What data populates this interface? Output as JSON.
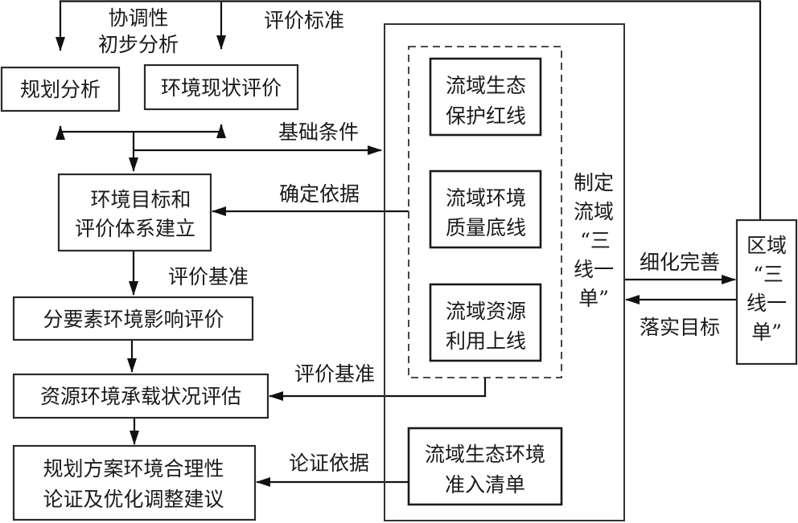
{
  "diagram": {
    "nodes": {
      "plan_analysis": {
        "lines": [
          "规划分析"
        ]
      },
      "env_status_eval": {
        "lines": [
          "环境现状评价"
        ]
      },
      "env_target_system": {
        "lines": [
          "环境目标和",
          "评价体系建立"
        ]
      },
      "factor_impact_eval": {
        "lines": [
          "分要素环境影响评价"
        ]
      },
      "carrying_capacity_eval": {
        "lines": [
          "资源环境承载状况评估"
        ]
      },
      "plan_rationality": {
        "lines": [
          "规划方案环境合理性",
          "论证及优化调整建议"
        ]
      },
      "eco_redline": {
        "lines": [
          "流域生态",
          "保护红线"
        ]
      },
      "env_quality_baseline": {
        "lines": [
          "流域环境",
          "质量底线"
        ]
      },
      "resource_upper_limit": {
        "lines": [
          "流域资源",
          "利用上线"
        ]
      },
      "access_list": {
        "lines": [
          "流域生态环境",
          "准入清单"
        ]
      },
      "regional_three_lines": {
        "lines": [
          "区域",
          "“三",
          "线一",
          "单”"
        ]
      }
    },
    "container_label": {
      "lines": [
        "制定",
        "流域",
        "“三",
        "线一",
        "单”"
      ]
    },
    "edge_labels": {
      "coordination_top": [
        "协调性",
        "初步分析"
      ],
      "eval_standard_top": "评价标准",
      "basic_conditions": "基础条件",
      "determine_basis": "确定依据",
      "eval_benchmark_1": "评价基准",
      "eval_benchmark_2": "评价基准",
      "demonstration_basis": "论证依据",
      "refine_improve": "细化完善",
      "implement_targets": "落实目标"
    }
  }
}
